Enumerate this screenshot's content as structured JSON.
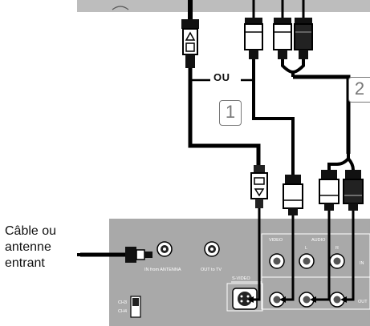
{
  "cable_callout": [
    "Câble ou",
    "antenne",
    "entrant"
  ],
  "ou_label": "OU",
  "step_labels": [
    "1",
    "2"
  ],
  "panel": {
    "in_from_antenna": "IN from ANTENNA",
    "out_to_tv": "OUT to TV",
    "s_video": "S-VIDEO",
    "video": "VIDEO",
    "audio": "AUDIO",
    "left": "L",
    "right": "R",
    "in": "IN",
    "out": "OUT",
    "ch3": "CH3",
    "ch4": "CH4"
  },
  "colors": {
    "panel": "#a9a9a9",
    "cable": "#000000",
    "plug_white": "#ffffff",
    "plug_red": "#9a9a9a",
    "step_box": "#777777"
  }
}
